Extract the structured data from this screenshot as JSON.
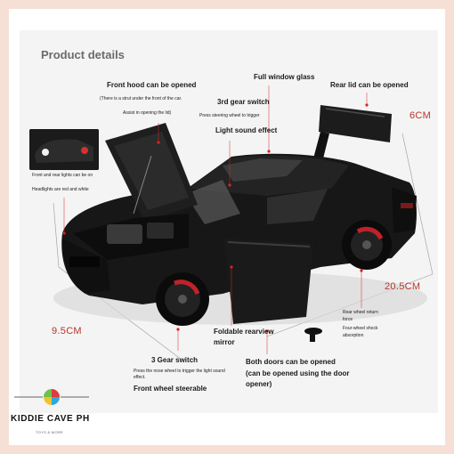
{
  "header": {
    "title": "Product details"
  },
  "annotations": {
    "front_hood": "Front hood can be opened",
    "front_hood_note_1": "(There is a strut under the front of the car.",
    "front_hood_note_2": "Assist in opening the lid)",
    "full_window": "Full window glass",
    "rear_lid": "Rear lid can be opened",
    "gear_switch_top": "3rd gear switch",
    "gear_switch_top_note": "Press steering wheel to trigger",
    "light_sound": "Light sound effect",
    "inset_note_1": "Front and rear lights can be on",
    "inset_note_2": "Headlights are red and white",
    "mirror_1": "Foldable rearview",
    "mirror_2": "mirror",
    "gear_switch_bottom": "3 Gear switch",
    "gear_switch_bottom_note_1": "Press the nose wheel to trigger the light sound",
    "gear_switch_bottom_note_2": "effect.",
    "front_wheel": "Front wheel steerable",
    "doors_1": "Both doors can be opened",
    "doors_2": "(can be opened using the door",
    "doors_3": "opener)",
    "rear_wheel_1": "Rear wheel return",
    "rear_wheel_2": "force",
    "rear_wheel_3": "Four-wheel shock",
    "rear_wheel_4": "absorption"
  },
  "dimensions": {
    "height": "6CM",
    "length": "20.5CM",
    "width": "9.5CM"
  },
  "brand": {
    "name": "KIDDIE CAVE PH",
    "tagline": "TOYS & MORE"
  },
  "colors": {
    "accent": "#b9352a",
    "car": "#161616",
    "brake": "#c0222a",
    "background": "#f6e0d6"
  }
}
